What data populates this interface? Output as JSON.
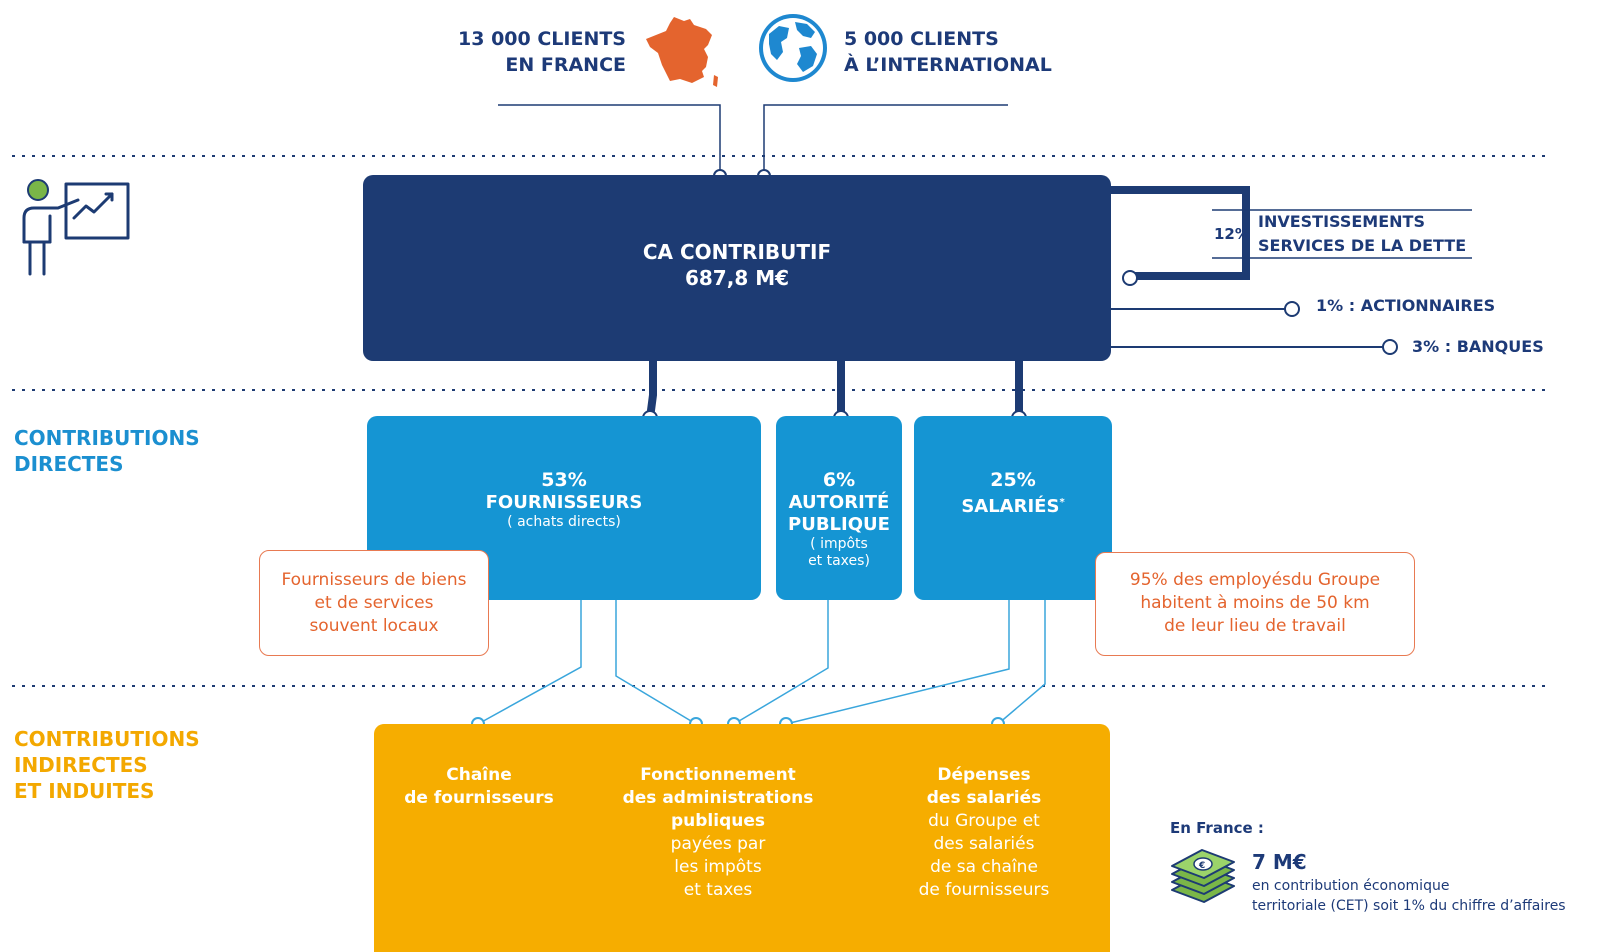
{
  "clients_france": {
    "line1": "13 000 CLIENTS",
    "line2": "EN FRANCE"
  },
  "clients_international": {
    "line1": "5 000 CLIENTS",
    "line2": "À L’INTERNATIONAL"
  },
  "ca_box": {
    "line1": "CA CONTRIBUTIF",
    "line2": "687,8 M€"
  },
  "distributions": {
    "investments_pct": "12%",
    "investments_line1": "INVESTISSEMENTS",
    "investments_line2": "SERVICES DE LA DETTE",
    "shareholders": "1% : ACTIONNAIRES",
    "banks": "3% : BANQUES"
  },
  "sections": {
    "direct": {
      "line1": "CONTRIBUTIONS",
      "line2": "DIRECTES"
    },
    "indirect": {
      "line1": "CONTRIBUTIONS",
      "line2": "INDIRECTES",
      "line3": "ET INDUITES"
    }
  },
  "direct_boxes": {
    "suppliers": {
      "pct": "53%",
      "label": "FOURNISSEURS",
      "sub": "( achats directs)"
    },
    "authority": {
      "pct": "6%",
      "label1": "AUTORITÉ",
      "label2": "PUBLIQUE",
      "sub1": "( impôts",
      "sub2": "et taxes)"
    },
    "employees": {
      "pct": "25%",
      "label": "SALARIÉS",
      "mark": "*"
    }
  },
  "notes": {
    "suppliers": {
      "line1": "Fournisseurs de biens",
      "line2": "et de services",
      "line3": "souvent locaux"
    },
    "employees": {
      "line1": "95% des employésdu Groupe",
      "line2": "habitent à moins de 50 km",
      "line3": "de leur lieu de travail"
    }
  },
  "indirect": {
    "chain": {
      "line1": "Chaîne",
      "line2": "de fournisseurs"
    },
    "admin": {
      "bold1": "Fonctionnement",
      "bold2": "des administrations",
      "bold3": "publiques",
      "line4": "payées par",
      "line5": "les impôts",
      "line6": "et taxes"
    },
    "spending": {
      "bold1": "Dépenses",
      "bold2": "des salariés",
      "line3": "du Groupe et",
      "line4": "des salariés",
      "line5": "de sa chaîne",
      "line6": "de fournisseurs"
    }
  },
  "cet": {
    "header": "En France :",
    "amount": "7 M€",
    "line1": "en contribution économique",
    "line2": "territoriale (CET) soit 1% du chiffre d’affaires"
  },
  "colors": {
    "navy": "#1d3b73",
    "blue": "#1595d3",
    "yellow": "#f6ad00",
    "orange": "#e4642e",
    "green": "#7ab648"
  },
  "icons": [
    "france-map-icon",
    "globe-icon",
    "presenter-chart-icon",
    "money-stack-icon"
  ]
}
